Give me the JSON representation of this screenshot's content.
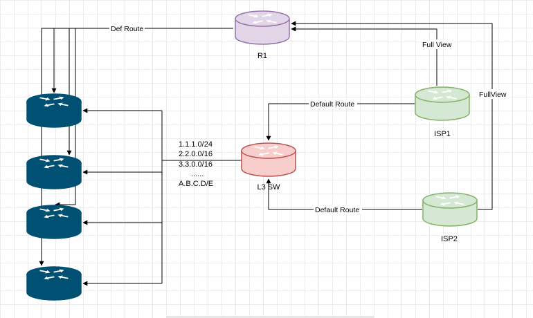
{
  "nodes": {
    "r1": {
      "label": "R1",
      "fill": "#e1d5e7",
      "stroke": "#9673a6"
    },
    "l3sw": {
      "label": "L3 SW",
      "fill": "#f8cecc",
      "stroke": "#b85450"
    },
    "isp1": {
      "label": "ISP1",
      "fill": "#d5e8d4",
      "stroke": "#82b366"
    },
    "isp2": {
      "label": "ISP2",
      "fill": "#d5e8d4",
      "stroke": "#82b366"
    },
    "cisco_router_color": "#005073"
  },
  "edge_labels": {
    "def_route": "Def Route",
    "full_view_isp1": "Full View",
    "full_view_isp2": "FullView",
    "default_route_isp1": "Default Route",
    "default_route_isp2": "Default Route"
  },
  "prefixes": [
    "1.1.1.0/24",
    "2.2.0.0/16",
    "3.3.0.0/16",
    "......",
    "A.B.C.D/E"
  ]
}
